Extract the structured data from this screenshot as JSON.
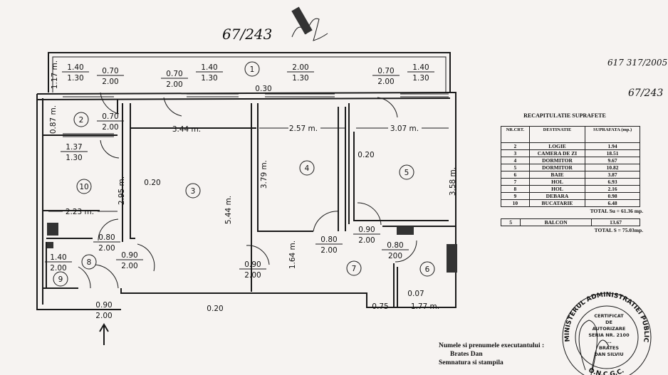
{
  "annotations": {
    "top_number": "67/243",
    "right_number_1": "617 317/2005",
    "right_number_2": "67/243"
  },
  "rooms": [
    "1",
    "2",
    "10",
    "3",
    "4",
    "5",
    "7",
    "6",
    "8",
    "9"
  ],
  "openings": [
    [
      "1.40",
      "1.30"
    ],
    [
      "0.70",
      "2.00"
    ],
    [
      "0.70",
      "2.00"
    ],
    [
      "1.40",
      "1.30"
    ],
    [
      "2.00",
      "1.30"
    ],
    [
      "0.70",
      "2.00"
    ],
    [
      "1.40",
      "1.30"
    ],
    [
      "0.70",
      "2.00"
    ],
    [
      "1.37",
      "1.30"
    ],
    [
      "0.80",
      "2.00"
    ],
    [
      "0.90",
      "2.00"
    ],
    [
      "1.40",
      "2.00"
    ],
    [
      "0.90",
      "2.00"
    ],
    [
      "0.90",
      "2.00"
    ],
    [
      "0.80",
      "2.00"
    ],
    [
      "0.90",
      "2.00"
    ],
    [
      "0.80",
      "200"
    ]
  ],
  "dimensions": [
    "1.17 m.",
    "0.87 m.",
    "3.44 m.",
    "2.57 m.",
    "3.07 m.",
    "0.30",
    "0.20",
    "0.20",
    "2.95 m.",
    "5.44 m.",
    "3.79 m.",
    "3.58 m.",
    "2.23 m.",
    "1.64 m.",
    "0.20",
    "0.07",
    "0.75",
    "1.77 m."
  ],
  "recap": {
    "title": "RECAPITULATIE SUPRAFETE",
    "headers": [
      "NR.CRT.",
      "DESTINATIE",
      "SUPRAFATA (mp.)"
    ],
    "rows": [
      [
        "2",
        "LOGIE",
        "1.94"
      ],
      [
        "3",
        "CAMERA DE ZI",
        "18.51"
      ],
      [
        "4",
        "DORMITOR",
        "9.67"
      ],
      [
        "5",
        "DORMITOR",
        "10.82"
      ],
      [
        "6",
        "BAIE",
        "3.87"
      ],
      [
        "7",
        "HOL",
        "6.93"
      ],
      [
        "8",
        "HOL",
        "2.16"
      ],
      [
        "9",
        "DEBARA",
        "0.98"
      ],
      [
        "10",
        "BUCATARIE",
        "6.48"
      ]
    ],
    "total_su": "TOTAL Su = 61.36 mp.",
    "balcony_row": [
      "5",
      "BALCON",
      "13.67"
    ],
    "total_s": "TOTAL S = 75.03mp."
  },
  "signer": {
    "label": "Numele si prenumele executantului :",
    "name": "Brates Dan",
    "signature_label": "Semnatura si stampila"
  },
  "stamp": {
    "ring_text": "MINISTERUL ADMINISTRATIEI PUBLICE",
    "bottom_text": "O.N.C.G.C.",
    "inner_lines": [
      "CERTIFICAT",
      "DE",
      "AUTORIZARE",
      "SERIA NR. 2100",
      "...",
      "BRATES",
      "DAN SILVIU"
    ]
  }
}
